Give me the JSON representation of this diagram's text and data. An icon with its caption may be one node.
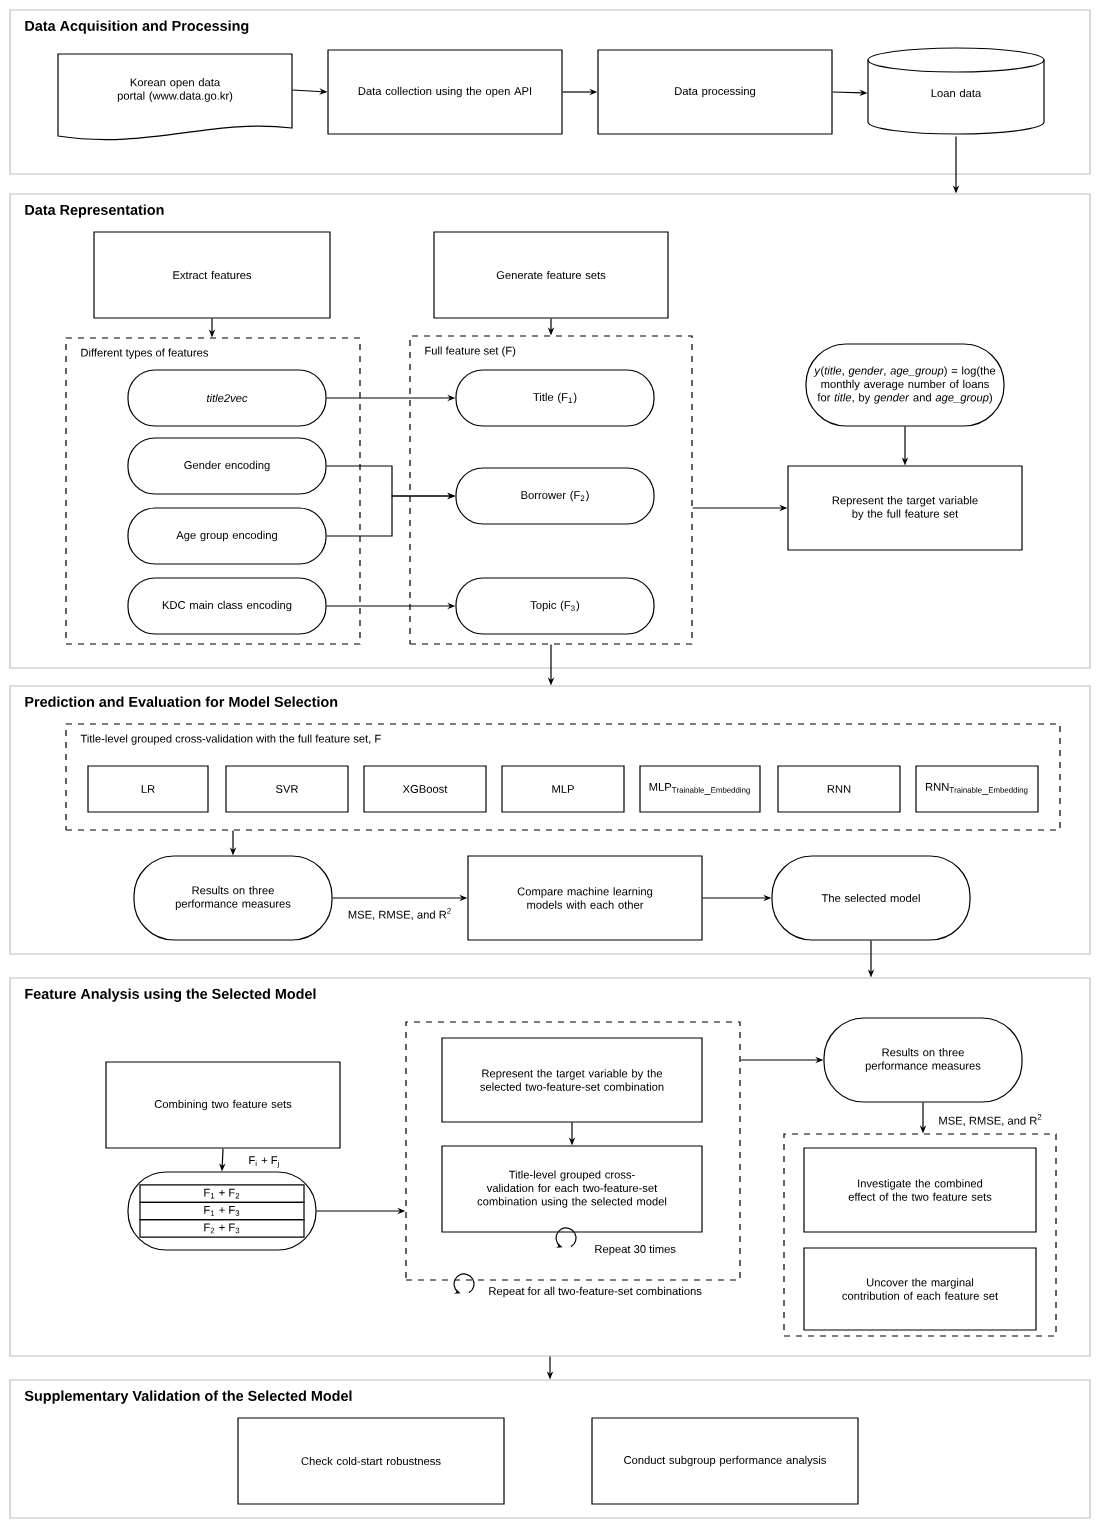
{
  "diagram": {
    "nodes": [
      {
        "text": [
          "Data Acquisition and Processing"
        ]
      },
      {
        "text": [
          "Korean open data portal (www.data.go.kr)"
        ],
        "in": 0
      },
      {
        "text": [
          "Data collection using the open API"
        ],
        "in": 0
      },
      {
        "text": [
          "Data processing"
        ],
        "in": 0
      },
      {
        "text": [
          "Loan data"
        ],
        "in": 0
      },
      {
        "text": [
          "Data Representation"
        ]
      },
      {
        "text": [
          "Extract features"
        ],
        "in": 5
      },
      {
        "text": [
          "Generate feature sets"
        ],
        "in": 5
      },
      {
        "text": [
          "Different types of features"
        ],
        "in": 5
      },
      {
        "text": [
          "title2vec"
        ],
        "in": 8
      },
      {
        "text": [
          "Gender encoding"
        ],
        "in": 8
      },
      {
        "text": [
          "Age group encoding"
        ],
        "in": 8
      },
      {
        "text": [
          "KDC main class encoding"
        ],
        "in": 8
      },
      {
        "text": [
          "Full feature set (F)"
        ],
        "in": 5
      },
      {
        "text": [
          "Title (F$_{1}$)"
        ],
        "in": 13
      },
      {
        "text": [
          "Borrower (F$_{2}$)"
        ],
        "in": 13
      },
      {
        "text": [
          "Topic (F$_{3}$)"
        ],
        "in": 13
      },
      {
        "text": [
          "*y*(*title*, *gender*, *age_group*) = log(the monthly average number of loans for *title*, by *gender* and *age_group*)"
        ],
        "in": 5
      },
      {
        "text": [
          "Represent the target variable by the full feature set"
        ],
        "in": 5
      },
      {
        "text": [
          "Prediction and Evaluation for Model Selection"
        ]
      },
      {
        "text": [
          "Title-level grouped cross-validation with the full feature set, F"
        ],
        "in": 19
      },
      {
        "text": [
          "LR"
        ],
        "in": 20
      },
      {
        "text": [
          "SVR"
        ],
        "in": 20
      },
      {
        "text": [
          "XGBoost"
        ],
        "in": 20
      },
      {
        "text": [
          "MLP"
        ],
        "in": 20
      },
      {
        "text": [
          "\\mathrm{MLP}_{\\mathrm{Trainable\\_Embedding}}"
        ],
        "in": 20
      },
      {
        "text": [
          "RNN"
        ],
        "in": 20
      },
      {
        "text": [
          "\\mathrm{RNN}_{\\mathrm{Trainable\\_Embedding}}"
        ],
        "in": 20
      },
      {
        "text": [
          "Results on three performance measures"
        ],
        "in": 19
      },
      {
        "text": [
          "Compare machine learning models with each other"
        ],
        "in": 19
      },
      {
        "text": [
          "The selected model"
        ],
        "in": 19
      },
      {
        "text": [
          "Feature Analysis using the Selected Model"
        ]
      },
      {
        "text": [
          "Combining two feature sets"
        ],
        "in": 31
      },
      {
        "text": [
          "F$_{1}$ + F$_{2}$",
          "F$_{1}$ + F$_{3}$",
          "F$_{2}$ + F$_{3}$"
        ],
        "in": 31
      },
      {
        "text": [],
        "shape": "box",
        "in": 31,
        "beside": [
          "Repeat for all two-feature-set combinations"
        ]
      },
      {
        "text": [
          "Represent the target variable by the selected two-feature-set combination"
        ],
        "in": 34
      },
      {
        "text": [
          "Title-level grouped cross-validation for each two-feature-set combination using the selected model"
        ],
        "in": 34,
        "beside": [
          "Repeat 30 times"
        ]
      },
      {
        "text": [
          "Results on three performance measures"
        ],
        "in": 31
      },
      {
        "text": [],
        "shape": "box",
        "in": 31
      },
      {
        "text": [
          "Investigate the combined effect of the two feature sets"
        ],
        "in": 38
      },
      {
        "text": [
          "Uncover the marginal contribution of each feature set"
        ],
        "in": 38
      },
      {
        "text": [
          "Supplementary Validation of the Selected Model"
        ]
      },
      {
        "text": [
          "Check cold-start robustness"
        ],
        "in": 41
      },
      {
        "text": [
          "Conduct subgroup performance analysis"
        ],
        "in": 41
      }
    ],
    "edges": [
      {
        "from": 1,
        "to": 2,
        "arrow": "to"
      },
      {
        "from": 2,
        "to": 3,
        "arrow": "to"
      },
      {
        "from": 3,
        "to": 4,
        "arrow": "to"
      },
      {
        "from": 4,
        "to": 5,
        "arrow": "to"
      },
      {
        "from": 6,
        "to": 8,
        "arrow": "to"
      },
      {
        "from": 7,
        "to": 13,
        "arrow": "to"
      },
      {
        "from": 9,
        "to": 14,
        "arrow": "to"
      },
      {
        "from": 10,
        "to": 15,
        "arrow": "to"
      },
      {
        "from": 11,
        "to": 15,
        "arrow": "to"
      },
      {
        "from": 12,
        "to": 16,
        "arrow": "to"
      },
      {
        "from": 13,
        "to": 18,
        "arrow": "to"
      },
      {
        "from": 17,
        "to": 18,
        "arrow": "to"
      },
      {
        "from": 13,
        "to": 19,
        "arrow": "to"
      },
      {
        "from": 20,
        "to": 28,
        "arrow": "to"
      },
      {
        "from": 28,
        "to": 29,
        "arrow": "to",
        "label": "MSE, RMSE, and R$^{2}$"
      },
      {
        "from": 29,
        "to": 30,
        "arrow": "to"
      },
      {
        "from": 30,
        "to": 31,
        "arrow": "to"
      },
      {
        "from": 32,
        "to": 33,
        "arrow": "to",
        "label": "F$_{i}$ + F$_{j}$"
      },
      {
        "from": 33,
        "to": 34,
        "arrow": "to"
      },
      {
        "from": 35,
        "to": 36,
        "arrow": "to"
      },
      {
        "from": 34,
        "to": 37,
        "arrow": "to"
      },
      {
        "from": 37,
        "to": 38,
        "arrow": "to",
        "label": "MSE, RMSE, and R$^{2}$"
      },
      {
        "from": 31,
        "to": 41,
        "arrow": "to"
      }
    ]
  }
}
